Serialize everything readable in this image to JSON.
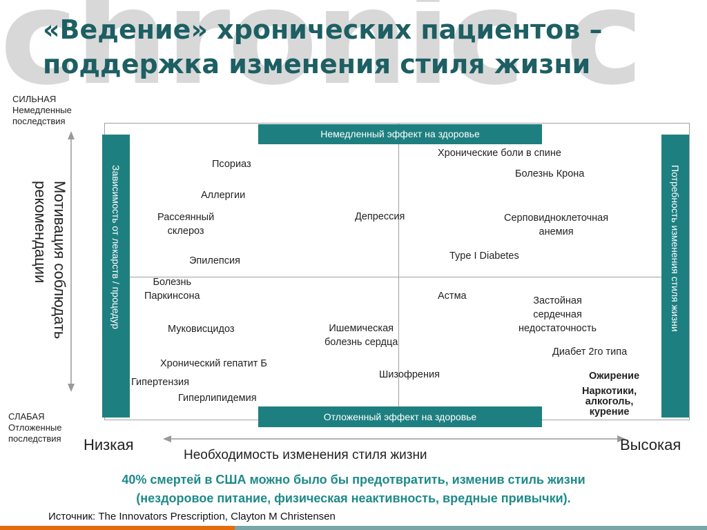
{
  "watermark": "chronic c",
  "title": "«Ведение» хронических пациентов – поддержка изменения стиля жизни",
  "y_axis": {
    "top_1": "СИЛЬНАЯ",
    "top_2": "Немедленные",
    "top_3": "последствия",
    "bottom_1": "СЛАБАЯ",
    "bottom_2": "Отложенные",
    "bottom_3": "последствия",
    "label_1": "Мотивация соблюдать",
    "label_2": "рекомендации"
  },
  "x_axis": {
    "low": "Низкая",
    "high": "Высокая",
    "label": "Необходимость изменения стиля жизни"
  },
  "bands": {
    "top": "Немедленный эффект на здоровье",
    "bottom": "Отложенный эффект на здоровье",
    "left": "Зависимость от лекарств / процедур",
    "right": "Потребность изменения стиля жизни"
  },
  "diseases": {
    "psoriasis": "Псориаз",
    "allergies": "Аллергии",
    "ms_1": "Рассеянный",
    "ms_2": "склероз",
    "epilepsy": "Эпилепсия",
    "parkinson_1": "Болезнь",
    "parkinson_2": "Паркинсона",
    "cf": "Муковисцидоз",
    "hepatitis": "Хронический гепатит Б",
    "hypertension": "Гипертензия",
    "hyperlipidemia": "Гиперлипидемия",
    "back_pain": "Хронические боли в спине",
    "crohn": "Болезнь Крона",
    "depression": "Депрессия",
    "sickle_1": "Серповидноклеточная",
    "sickle_2": "анемия",
    "t1d": "Type I Diabetes",
    "asthma": "Астма",
    "chf_1": "Застойная",
    "chf_2": "сердечная",
    "chf_3": "недостаточность",
    "ihd_1": "Ишемическая",
    "ihd_2": "болезнь сердца",
    "t2d": "Диабет 2го типа",
    "schizophrenia": "Шизофрения",
    "obesity": "Ожирение",
    "drugs_1": "Наркотики,",
    "drugs_2": "алкоголь,",
    "drugs_3": "курение"
  },
  "note": {
    "line_1": "40% смертей в США можно было бы предотвратить, изменив стиль жизни",
    "line_2": "(нездоровое питание, физическая неактивность, вредные привычки)."
  },
  "source": "Источник: The Innovators Prescription, Clayton M Christensen",
  "colors": {
    "teal_band": "#1e7f80",
    "title": "#1d5f63",
    "note": "#1e8a8a",
    "accent_orange": "#e46c0a"
  }
}
